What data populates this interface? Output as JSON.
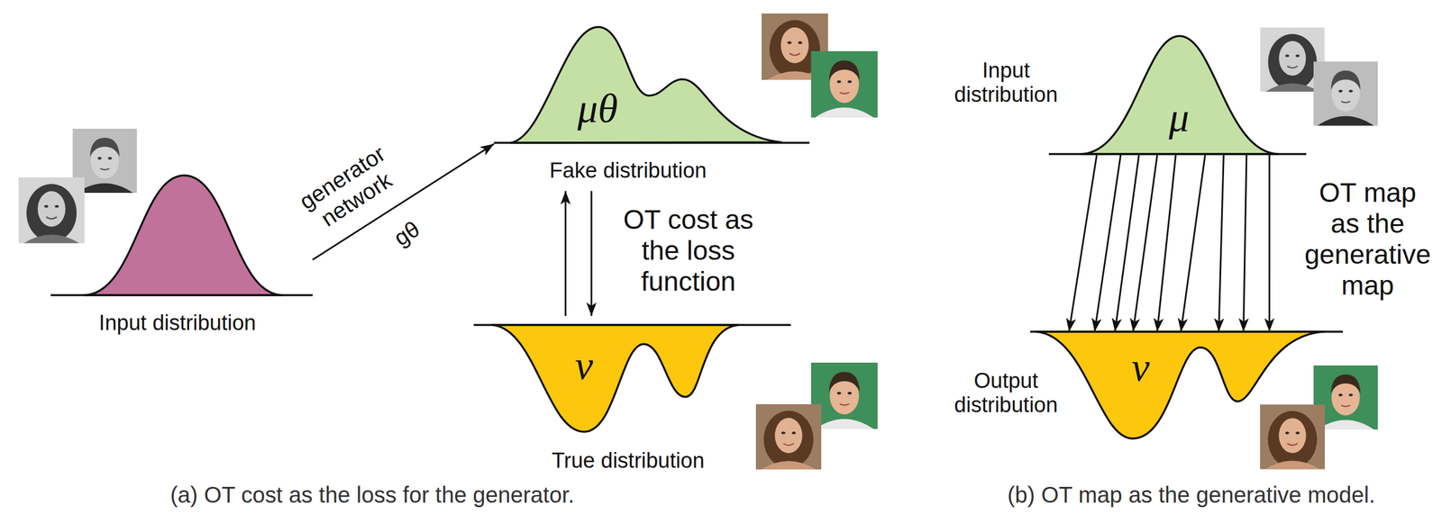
{
  "diagram": {
    "nodes": [
      {
        "text": [
          "Input distribution"
        ]
      },
      {
        "text": [
          "μθ",
          "Fake distribution"
        ]
      },
      {
        "text": [
          "ν",
          "True distribution"
        ]
      },
      {
        "text": [
          "μ",
          "Input distribution"
        ]
      },
      {
        "text": [
          "ν",
          "Output distribution"
        ]
      }
    ],
    "edges": [
      {
        "from": 0,
        "to": 1,
        "arrow": "to",
        "label": "generator network"
      },
      {
        "from": 2,
        "to": 1,
        "arrow": "to"
      },
      {
        "from": 1,
        "to": 2,
        "arrow": "to",
        "label": "OT cost as the loss function"
      },
      {
        "from": 3,
        "to": 4,
        "arrow": "to",
        "label": "OT map as the generative map"
      }
    ],
    "labels": [
      "gθ",
      "(a) OT cost as the loss for the generator.",
      "(b) OT map as the generative model."
    ]
  }
}
